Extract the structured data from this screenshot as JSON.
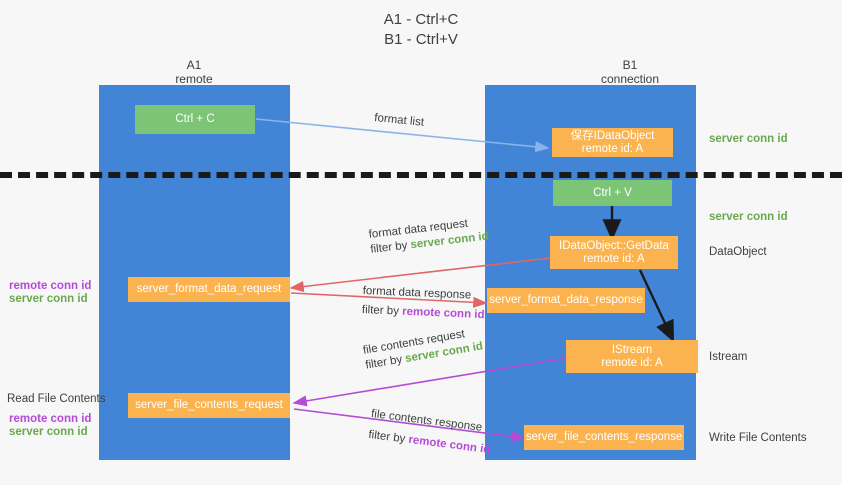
{
  "title": {
    "line1": "A1 - Ctrl+C",
    "line2": "B1 - Ctrl+V"
  },
  "lanes": [
    {
      "id": "a1",
      "name": "A1",
      "subtitle": "remote"
    },
    {
      "id": "b1",
      "name": "B1",
      "subtitle": "connection"
    }
  ],
  "boxes": {
    "ctrl_c": "Ctrl + C",
    "save_idataobject": "保存IDataObject\nremote id: A",
    "ctrl_v": "Ctrl + V",
    "getdata": "IDataObject::GetData\nremote id: A",
    "server_format_data_request": "server_format_data_request",
    "server_format_data_response": "server_format_data_response",
    "istream": "IStream\nremote id: A",
    "server_file_contents_request": "server_file_contents_request",
    "server_file_contents_response": "server_file_contents_response"
  },
  "right_labels": {
    "server_conn_id_top": "server conn id",
    "server_conn_id_second": "server conn id",
    "dataobject": "DataObject",
    "istream": "Istream",
    "write_file_contents": "Write File Contents"
  },
  "left_labels": {
    "remote_conn_id_mid": "remote conn id",
    "server_conn_id_mid": "server conn id",
    "read_file_contents": "Read File Contents",
    "remote_conn_id_bottom": "remote conn id",
    "server_conn_id_bottom": "server conn id"
  },
  "edges": {
    "format_list": "format list",
    "format_data_request": "format data request",
    "format_data_request_filter_prefix": "filter by ",
    "format_data_request_filter_value": "server conn id",
    "format_data_response": "format data response",
    "format_data_response_filter_prefix": "filter by ",
    "format_data_response_filter_value": "remote conn id",
    "file_contents_request": "file contents request",
    "file_contents_request_filter_prefix": "filter by ",
    "file_contents_request_filter_value": "server conn id",
    "file_contents_response": "file contents response",
    "file_contents_response_filter_prefix": "filter by ",
    "file_contents_response_filter_value": "remote conn id"
  },
  "colors": {
    "lane": "#4285d6",
    "green_box": "#7cc576",
    "orange_box": "#fbb350",
    "arrow_light_blue": "#8ab4e8",
    "arrow_red": "#e06666",
    "arrow_purple": "#b44bd6",
    "arrow_black": "#1a1a1a",
    "green_text": "#6aa84f",
    "purple_text": "#b44bd6",
    "background": "#f7f7f7"
  }
}
